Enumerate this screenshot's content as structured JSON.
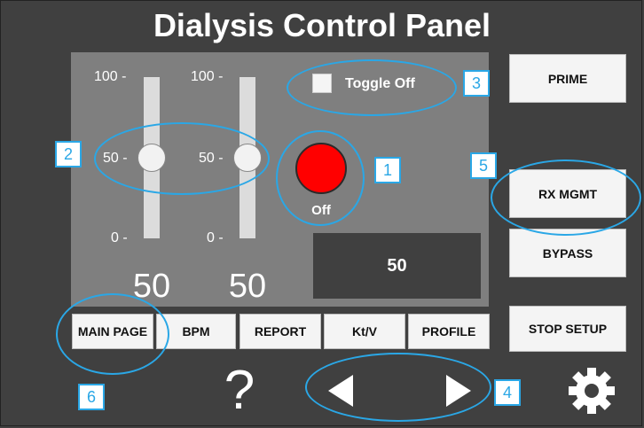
{
  "title": "Dialysis Control Panel",
  "colors": {
    "background": "#404040",
    "panel": "#7f7f7f",
    "led_off": "#ff0000",
    "callout": "#2aa7e6"
  },
  "sliders": [
    {
      "ticks": {
        "top": "100 -",
        "mid": "50 -",
        "bottom": "0 -"
      },
      "value": 50,
      "value_label": "50"
    },
    {
      "ticks": {
        "top": "100 -",
        "mid": "50 -",
        "bottom": "0 -"
      },
      "value": 50,
      "value_label": "50"
    }
  ],
  "toggle": {
    "label": "Toggle Off",
    "checked": false
  },
  "indicator": {
    "label": "Off",
    "state": "off"
  },
  "display": {
    "value": "50"
  },
  "tabs": [
    {
      "label": "MAIN PAGE"
    },
    {
      "label": "BPM"
    },
    {
      "label": "REPORT"
    },
    {
      "label": "Kt/V"
    },
    {
      "label": "PROFILE"
    }
  ],
  "side_buttons": {
    "prime": "PRIME",
    "rx_mgmt": "RX MGMT",
    "bypass": "BYPASS",
    "stop_setup": "STOP SETUP"
  },
  "help_symbol": "?",
  "icons": {
    "prev": "left-arrow-icon",
    "next": "right-arrow-icon",
    "settings": "gear-icon"
  },
  "callouts": [
    "1",
    "2",
    "3",
    "4",
    "5",
    "6"
  ]
}
